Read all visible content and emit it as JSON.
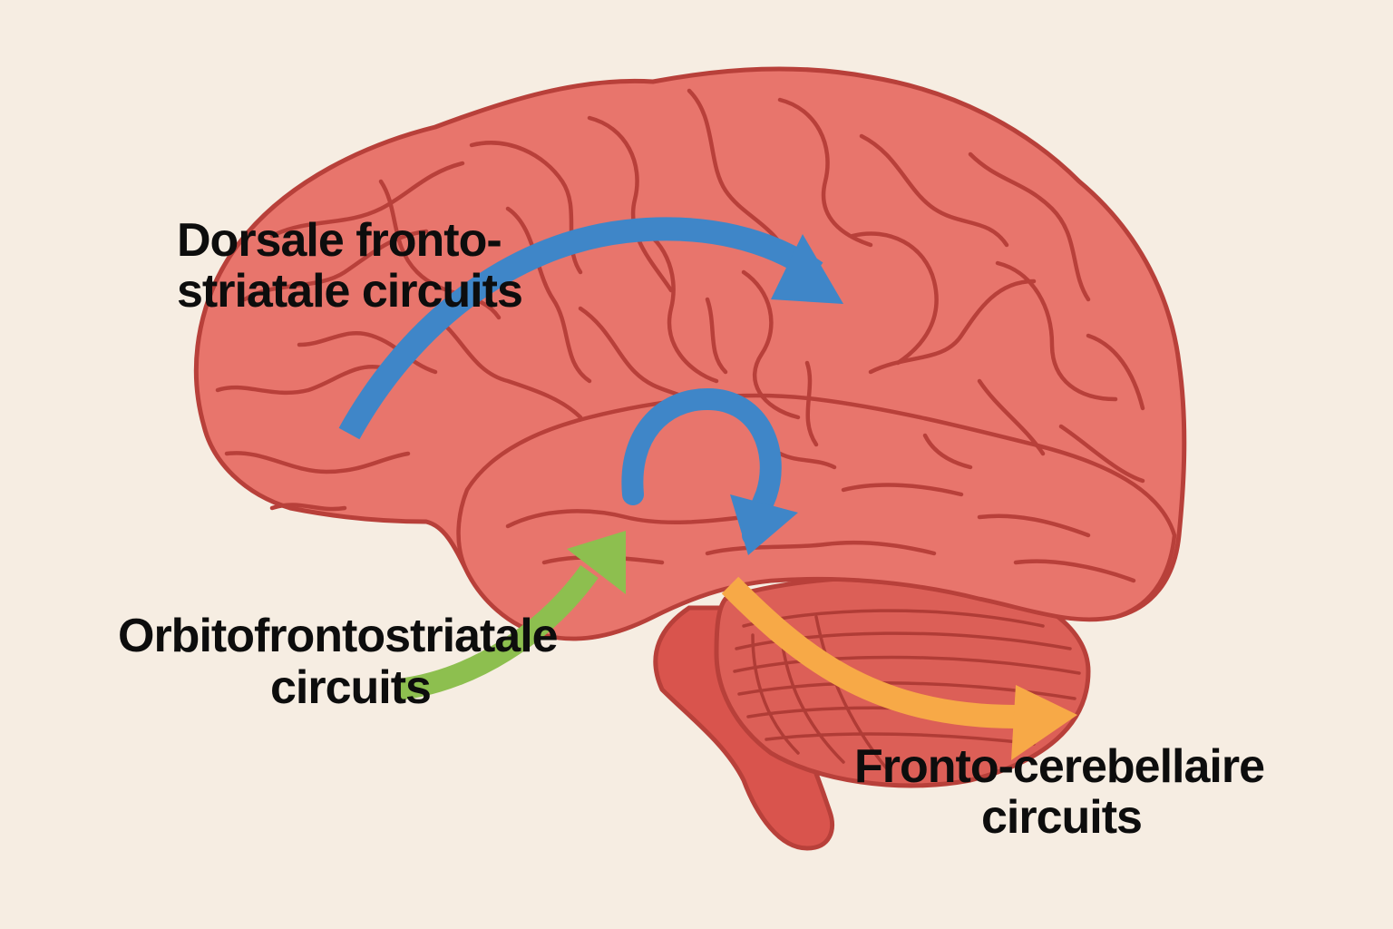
{
  "labels": {
    "dorsal_line1": "Dorsale fronto-",
    "dorsal_line2": "striatale circuits",
    "orbito_line1": "Orbitofrontostriatale",
    "orbito_line2": "circuits",
    "cereb_line1": "Fronto-cerebellaire",
    "cereb_line2": "circuits"
  },
  "colors": {
    "background": "#f6ede2",
    "brain": "#e8756c",
    "outline": "#b8403a",
    "dorsal_arrow": "#3f86c8",
    "orbito_arrow": "#8dbf4f",
    "cereb_arrow": "#f7a947"
  }
}
